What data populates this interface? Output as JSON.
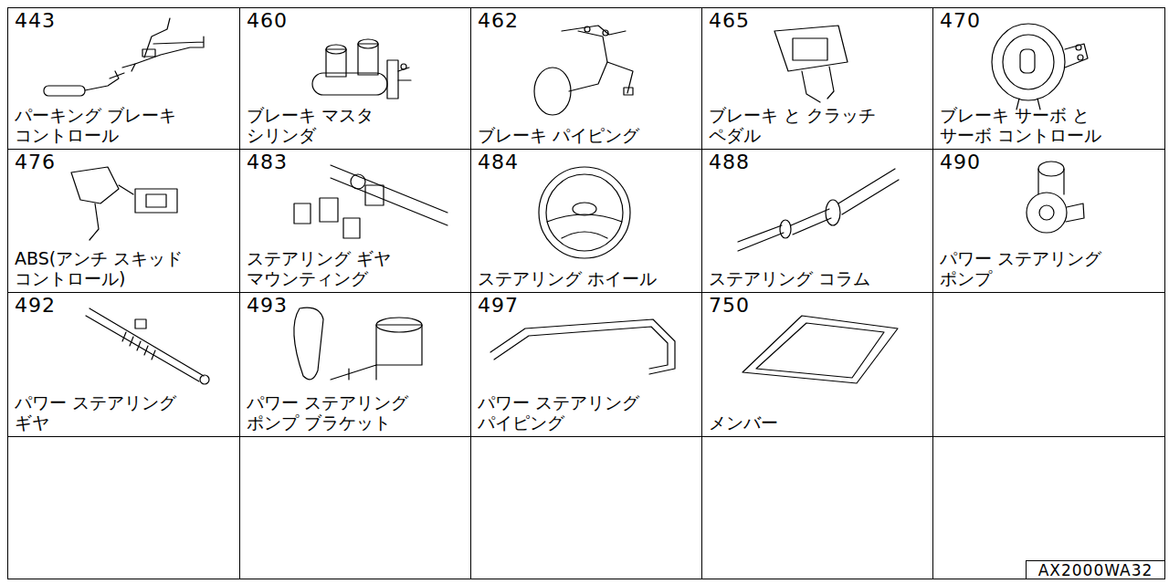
{
  "diagram": {
    "nodes": [
      {
        "text": [
          "443",
          "パーキング ブレーキ コントロール"
        ]
      },
      {
        "text": [
          "460",
          "ブレーキ マスタ シリンダ"
        ]
      },
      {
        "text": [
          "462",
          "ブレーキ パイピング"
        ]
      },
      {
        "text": [
          "465",
          "ブレーキ と クラッチ ペダル"
        ]
      },
      {
        "text": [
          "470",
          "ブレーキ サーボ と サーボ コントロール"
        ]
      },
      {
        "text": [
          "476",
          "ABS(アンチ スキッド コントロール)"
        ]
      },
      {
        "text": [
          "483",
          "ステアリング ギヤ マウンティング"
        ]
      },
      {
        "text": [
          "484",
          "ステアリング ホイール"
        ]
      },
      {
        "text": [
          "488",
          "ステアリング コラム"
        ]
      },
      {
        "text": [
          "490",
          "パワー ステアリング ポンプ"
        ]
      },
      {
        "text": [
          "492",
          "パワー ステアリング ギヤ"
        ]
      },
      {
        "text": [
          "493",
          "パワー ステアリング ポンプ ブラケット"
        ]
      },
      {
        "text": [
          "497",
          "パワー ステアリング パイピング"
        ]
      },
      {
        "text": [
          "750",
          "メンバー"
        ]
      },
      {
        "text": [
          "AX2000WA32"
        ]
      }
    ]
  }
}
